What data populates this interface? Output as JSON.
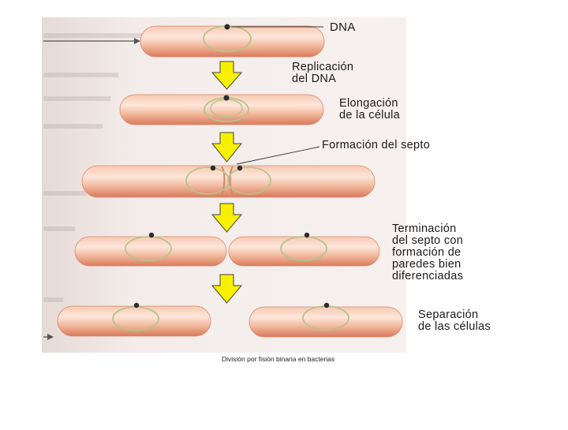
{
  "labels": {
    "dna": "DNA",
    "replication": "Replicación\ndel DNA",
    "elongation": "Elongación\nde la célula",
    "septum_formation": "Formación del septo",
    "septum_termination": "Terminación\ndel septo con\nformación de\nparedes bien\ndiferenciadas",
    "separation": "Separación\nde las células"
  },
  "caption": "División por fisión binaria en bacterias",
  "colors": {
    "page_background": "#f1e9e6",
    "cell_mid": "#f2b89c",
    "cell_edge": "#e0876a",
    "cell_highlight": "#fde6da",
    "nucleoid_ring": "#b7c48a",
    "dna_dot": "#2b2b2b",
    "arrow_fill": "#f7f000",
    "arrow_stroke": "#444444"
  },
  "stages": 5,
  "arrows": 4
}
